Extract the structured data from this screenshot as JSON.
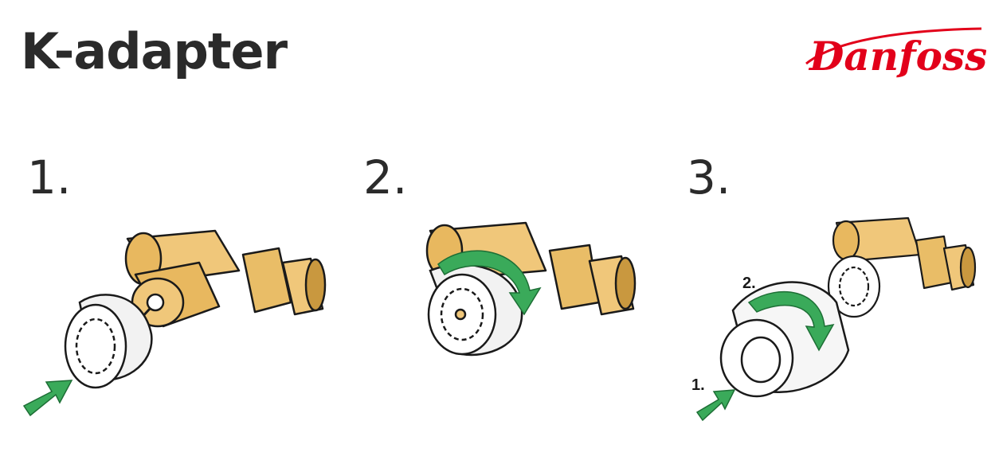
{
  "title": "K-adapter",
  "brand": {
    "logo_text": "Danfoss",
    "color": "#e2001a"
  },
  "colors": {
    "brass": "#f0c77a",
    "brass_dark": "#c9983f",
    "arrow_green": "#3aaa5a",
    "outline": "#1a1a1a"
  },
  "steps": [
    {
      "number": "1."
    },
    {
      "number": "2."
    },
    {
      "number": "3.",
      "sub_labels": [
        "1.",
        "2."
      ]
    }
  ]
}
